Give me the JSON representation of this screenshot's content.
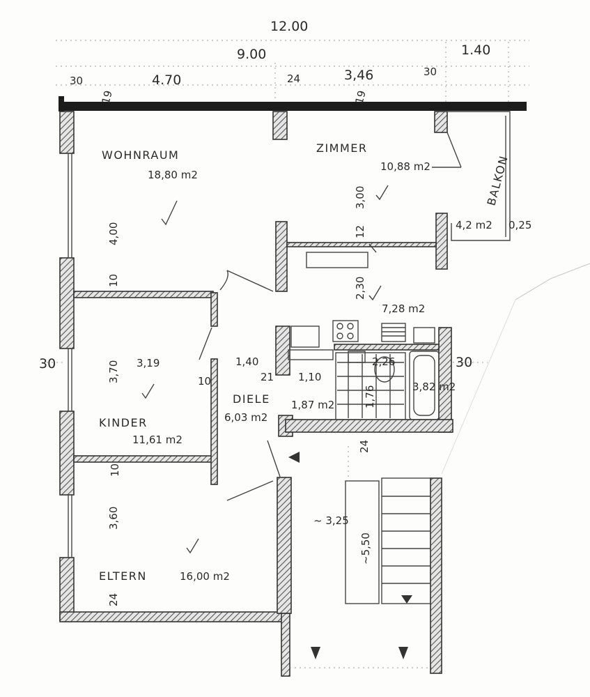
{
  "dimensions": {
    "total_width": "12.00",
    "main_width": "9.00",
    "balcony_width": "1.40",
    "seg_30_left": "30",
    "seg_470": "4.70",
    "seg_24": "24",
    "seg_346": "3,46",
    "seg_30_right": "30",
    "mark_1": "19",
    "mark_2": "19",
    "wohnraum_depth": "4,00",
    "wall_10_a": "10",
    "kinder_depth": "3,70",
    "side_30_left": "30",
    "kinder_width": "3,19",
    "wall_10_b": "10",
    "wall_10_c": "10",
    "eltern_depth": "3,60",
    "wall_24_bottom": "24",
    "zimmer_depth": "3,00",
    "wall_12": "12",
    "kitchen_depth": "2,30",
    "diele_width": "1,40",
    "mark_21": "21",
    "wc_width": "1,10",
    "bath_width": "2,26",
    "side_30_right": "30",
    "bath_depth": "1,76",
    "wall_24_stair": "24",
    "stair_width": "~ 3,25",
    "stair_length": "~5,50",
    "balcony_wall": "0,25"
  },
  "rooms": {
    "wohnraum": {
      "name": "WOHNRAUM",
      "area": "18,80 m2"
    },
    "zimmer": {
      "name": "ZIMMER",
      "area": "10,88 m2"
    },
    "balkon": {
      "name": "BALKON",
      "area": "4,2 m2"
    },
    "kitchen": {
      "area": "7,28 m2"
    },
    "kinder": {
      "name": "KINDER",
      "area": "11,61 m2"
    },
    "diele": {
      "name": "DIELE",
      "area": "6,03 m2"
    },
    "wc": {
      "area": "1,87 m2"
    },
    "bad": {
      "area": "3,82 m2"
    },
    "eltern": {
      "name": "ELTERN",
      "area": "16,00 m2"
    }
  }
}
